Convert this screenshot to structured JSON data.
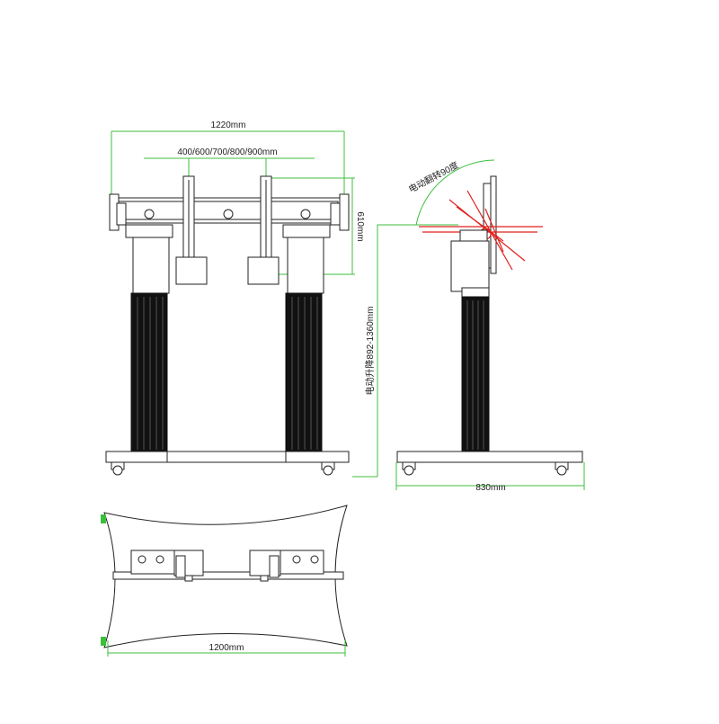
{
  "dimensions": {
    "overall_width": "1220mm",
    "vesa_spacing": "400/600/700/800/900mm",
    "mount_height": "610mm",
    "lift_range": "电动升降892-1360mm",
    "tilt": "电动翻转90度",
    "base_depth": "830mm",
    "base_width": "1200mm"
  },
  "colors": {
    "dimension_lines": "#3cbf3c",
    "outline": "#222222",
    "tilt_indicator": "#e0201c"
  }
}
